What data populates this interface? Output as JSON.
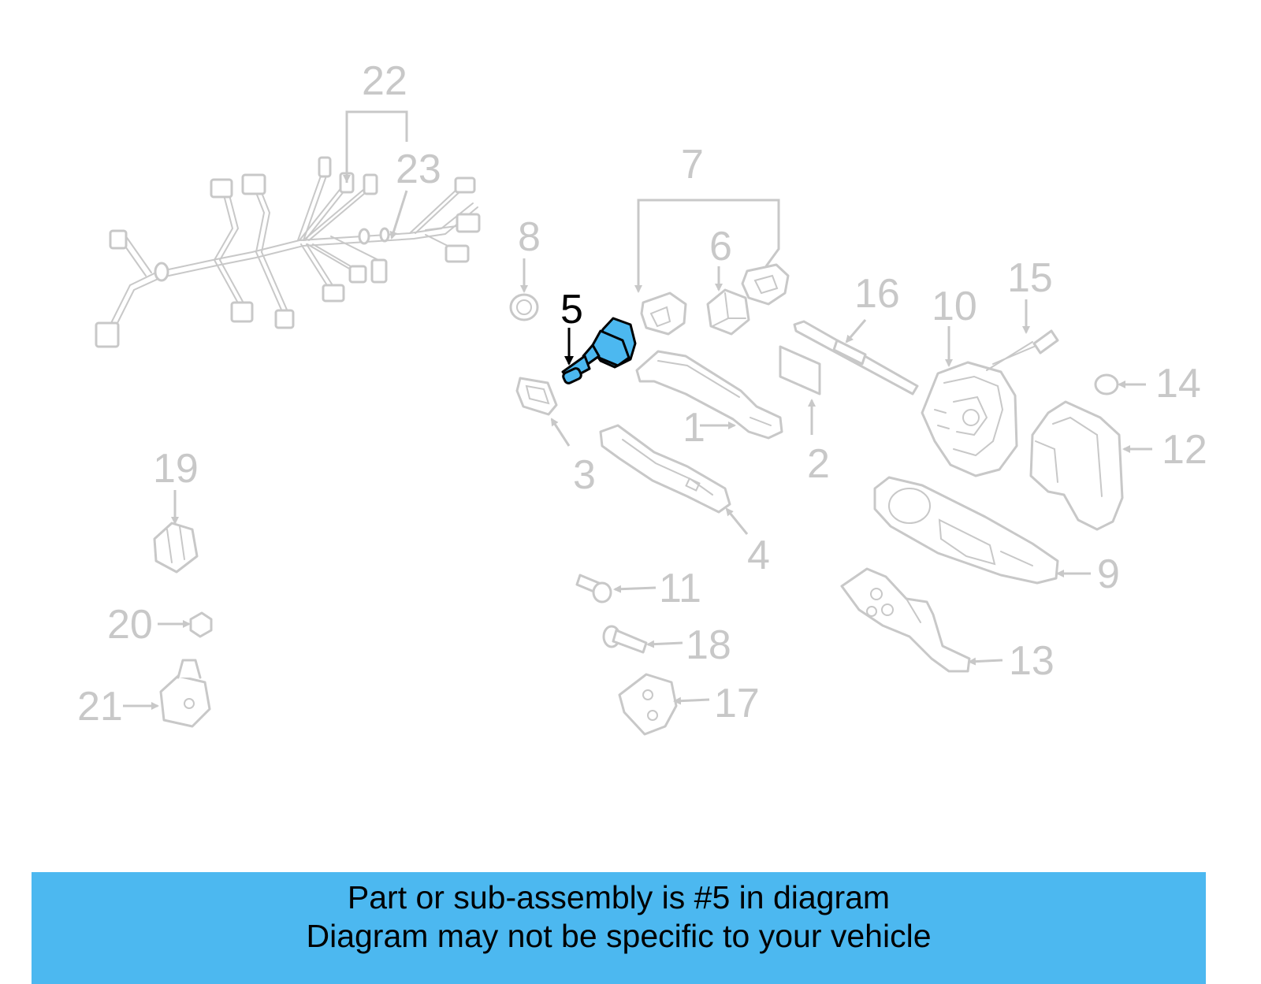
{
  "colors": {
    "highlight": "#4cb8f0",
    "inactive_gray": "#c8c8c8",
    "banner_bg": "#4cb8f0",
    "text": "#000000"
  },
  "callouts": {
    "n1": "1",
    "n2": "2",
    "n3": "3",
    "n4": "4",
    "n5": "5",
    "n6": "6",
    "n7": "7",
    "n8": "8",
    "n9": "9",
    "n10": "10",
    "n11": "11",
    "n12": "12",
    "n13": "13",
    "n14": "14",
    "n15": "15",
    "n16": "16",
    "n17": "17",
    "n18": "18",
    "n19": "19",
    "n20": "20",
    "n21": "21",
    "n22": "22",
    "n23": "23"
  },
  "highlighted_part": "5",
  "banner": {
    "line1": "Part or sub-assembly is #5 in diagram",
    "line2": "Diagram may not be specific to your vehicle"
  }
}
